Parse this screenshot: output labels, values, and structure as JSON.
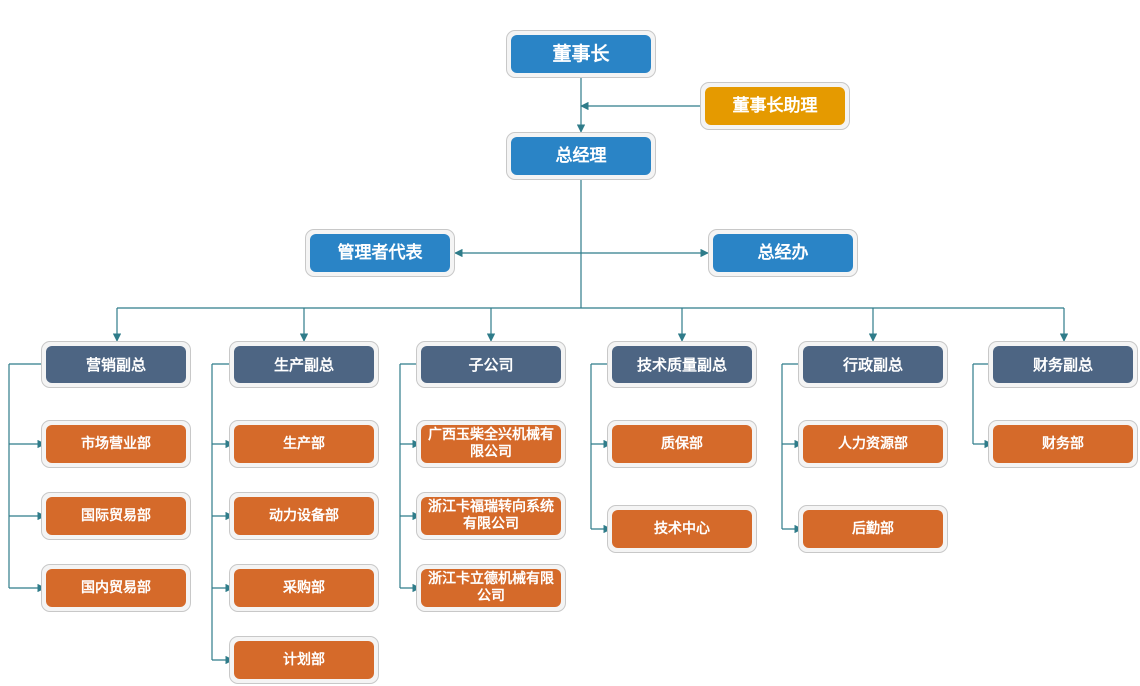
{
  "colors": {
    "top": "#2a84c6",
    "assistant": "#e59a00",
    "vp": "#4d6583",
    "department": "#d56a2a",
    "connector": "#2f7c8a"
  },
  "org": {
    "chairman": "董事长",
    "chairman_assistant": "董事长助理",
    "general_manager": "总经理",
    "management_rep": "管理者代表",
    "gm_office": "总经办",
    "divisions": [
      {
        "head": "营销副总",
        "departments": [
          "市场营业部",
          "国际贸易部",
          "国内贸易部"
        ]
      },
      {
        "head": "生产副总",
        "departments": [
          "生产部",
          "动力设备部",
          "采购部",
          "计划部"
        ]
      },
      {
        "head": "子公司",
        "departments": [
          "广西玉柴全兴机械有限公司",
          "浙江卡福瑞转向系统有限公司",
          "浙江卡立德机械有限公司"
        ]
      },
      {
        "head": "技术质量副总",
        "departments": [
          "质保部",
          "技术中心"
        ]
      },
      {
        "head": "行政副总",
        "departments": [
          "人力资源部",
          "后勤部"
        ]
      },
      {
        "head": "财务副总",
        "departments": [
          "财务部"
        ]
      }
    ]
  }
}
